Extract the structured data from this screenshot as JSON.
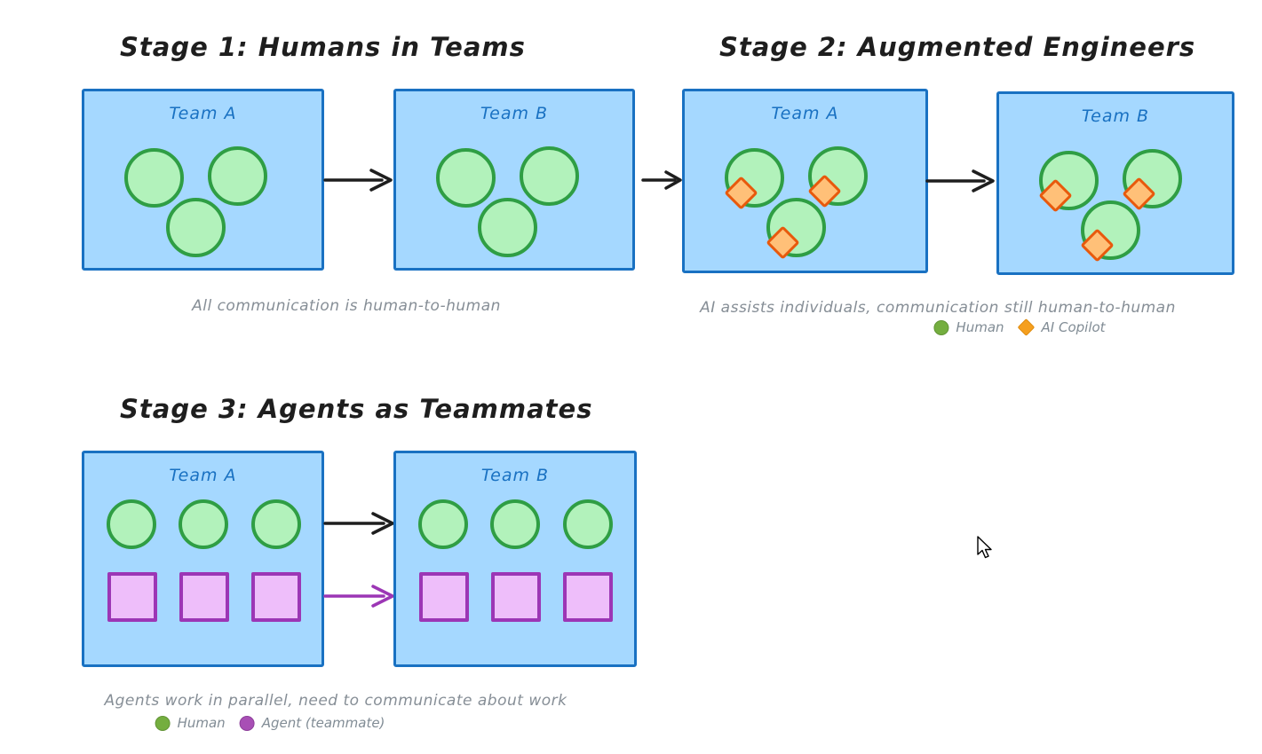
{
  "stages": {
    "stage1": {
      "title": "Stage 1: Humans in Teams",
      "caption": "All communication is human-to-human",
      "teams": [
        {
          "label": "Team A"
        },
        {
          "label": "Team B"
        }
      ]
    },
    "stage2": {
      "title": "Stage 2: Augmented Engineers",
      "caption": "AI assists individuals, communication still human-to-human",
      "legend": [
        {
          "icon": "green-circle-icon",
          "label": "Human"
        },
        {
          "icon": "orange-diamond-icon",
          "label": "AI Copilot"
        }
      ],
      "teams": [
        {
          "label": "Team A"
        },
        {
          "label": "Team B"
        }
      ]
    },
    "stage3": {
      "title": "Stage 3: Agents as Teammates",
      "caption": "Agents work in parallel, need to communicate about work",
      "legend": [
        {
          "icon": "green-circle-icon",
          "label": "Human"
        },
        {
          "icon": "purple-circle-icon",
          "label": "Agent (teammate)"
        }
      ],
      "teams": [
        {
          "label": "Team A"
        },
        {
          "label": "Team B"
        }
      ]
    }
  },
  "colors": {
    "team_box_fill": "#a5d8ff",
    "team_box_stroke": "#1971c2",
    "human_fill": "#b2f2bb",
    "human_stroke": "#2f9e44",
    "copilot_fill": "#ffc078",
    "copilot_stroke": "#e8590c",
    "agent_fill": "#eebefa",
    "agent_stroke": "#9c36b5",
    "arrow_black": "#1e1e1e",
    "arrow_purple": "#9c36b5",
    "title_text": "#1e1e1e",
    "caption_text": "#868e96",
    "team_label_text": "#1971c2",
    "legend_green": "#74ae3f",
    "legend_orange": "#f59f1e",
    "legend_purple": "#a84fb5"
  }
}
